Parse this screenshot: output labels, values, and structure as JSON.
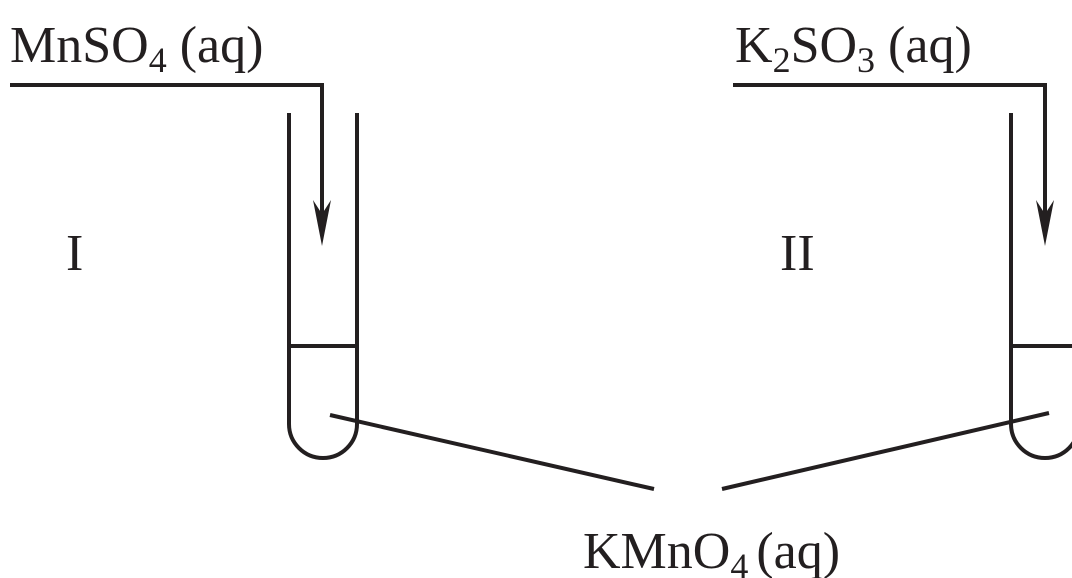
{
  "reagents": {
    "left": {
      "main": "MnSO",
      "subscript": "4",
      "state": " (aq)"
    },
    "right": {
      "prefix": "K",
      "subscript1": "2",
      "middle": "SO",
      "subscript2": "3",
      "state": " (aq)"
    },
    "bottom": {
      "main": "KMnO",
      "subscript": "4",
      "state": "(aq)"
    }
  },
  "tubes": {
    "left": {
      "label": "I"
    },
    "right": {
      "label": "II"
    }
  }
}
